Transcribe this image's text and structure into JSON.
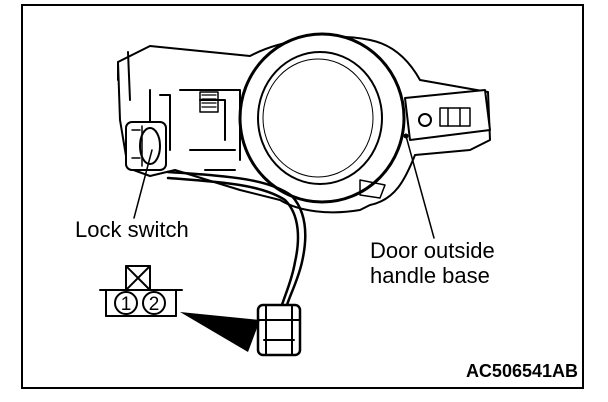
{
  "labels": {
    "lock_switch": "Lock switch",
    "door_line1": "Door outside",
    "door_line2": "handle base"
  },
  "connector": {
    "pins": [
      "1",
      "2"
    ]
  },
  "figure_code": "AC506541AB"
}
